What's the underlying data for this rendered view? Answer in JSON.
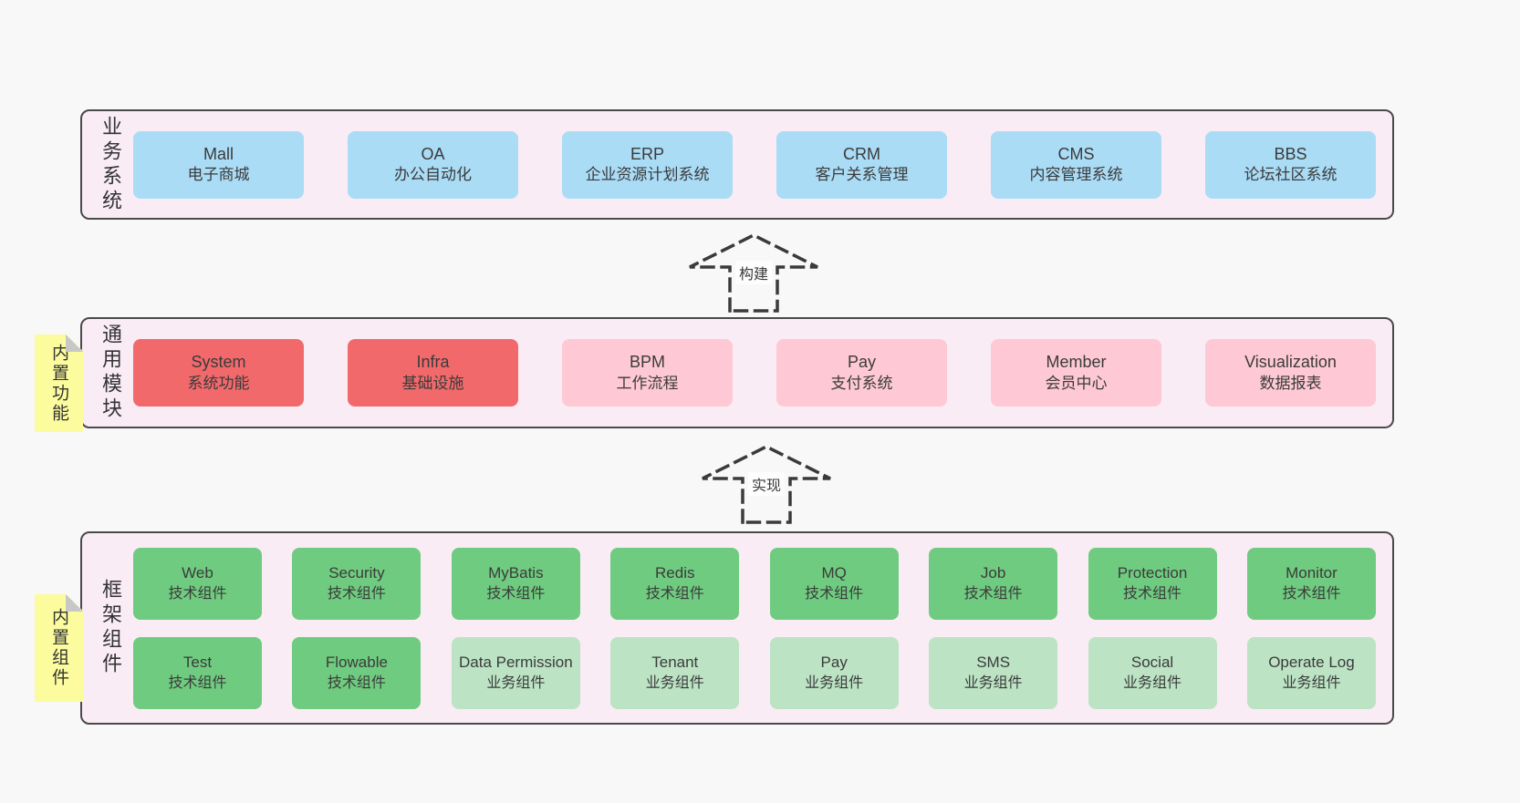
{
  "diagram": {
    "arrows": [
      {
        "label": "构建"
      },
      {
        "label": "实现"
      }
    ],
    "bands": [
      {
        "label": "业务系统",
        "boxes": [
          {
            "name": "Mall",
            "desc": "电子商城",
            "color": "blue"
          },
          {
            "name": "OA",
            "desc": "办公自动化",
            "color": "blue"
          },
          {
            "name": "ERP",
            "desc": "企业资源计划系统",
            "color": "blue"
          },
          {
            "name": "CRM",
            "desc": "客户关系管理",
            "color": "blue"
          },
          {
            "name": "CMS",
            "desc": "内容管理系统",
            "color": "blue"
          },
          {
            "name": "BBS",
            "desc": "论坛社区系统",
            "color": "blue"
          }
        ]
      },
      {
        "label": "通用模块",
        "sticky": "内置功能",
        "boxes": [
          {
            "name": "System",
            "desc": "系统功能",
            "color": "red"
          },
          {
            "name": "Infra",
            "desc": "基础设施",
            "color": "red"
          },
          {
            "name": "BPM",
            "desc": "工作流程",
            "color": "pink"
          },
          {
            "name": "Pay",
            "desc": "支付系统",
            "color": "pink"
          },
          {
            "name": "Member",
            "desc": "会员中心",
            "color": "pink"
          },
          {
            "name": "Visualization",
            "desc": "数据报表",
            "color": "pink"
          }
        ]
      },
      {
        "label": "框架组件",
        "sticky": "内置组件",
        "rows": [
          [
            {
              "name": "Web",
              "desc": "技术组件",
              "color": "green"
            },
            {
              "name": "Security",
              "desc": "技术组件",
              "color": "green"
            },
            {
              "name": "MyBatis",
              "desc": "技术组件",
              "color": "green"
            },
            {
              "name": "Redis",
              "desc": "技术组件",
              "color": "green"
            },
            {
              "name": "MQ",
              "desc": "技术组件",
              "color": "green"
            },
            {
              "name": "Job",
              "desc": "技术组件",
              "color": "green"
            },
            {
              "name": "Protection",
              "desc": "技术组件",
              "color": "green"
            },
            {
              "name": "Monitor",
              "desc": "技术组件",
              "color": "green"
            }
          ],
          [
            {
              "name": "Test",
              "desc": "技术组件",
              "color": "green"
            },
            {
              "name": "Flowable",
              "desc": "技术组件",
              "color": "green"
            },
            {
              "name": "Data Permission",
              "desc": "业务组件",
              "color": "green-light"
            },
            {
              "name": "Tenant",
              "desc": "业务组件",
              "color": "green-light"
            },
            {
              "name": "Pay",
              "desc": "业务组件",
              "color": "green-light"
            },
            {
              "name": "SMS",
              "desc": "业务组件",
              "color": "green-light"
            },
            {
              "name": "Social",
              "desc": "业务组件",
              "color": "green-light"
            },
            {
              "name": "Operate Log",
              "desc": "业务组件",
              "color": "green-light"
            }
          ]
        ]
      }
    ],
    "colors": {
      "page_background": "#f8f8f8",
      "band_background": "#f9ecf5",
      "band_border": "#4a4a4a",
      "blue_box": "#aadcf6",
      "red_box": "#f2696b",
      "pink_box": "#fec9d4",
      "green_box": "#6fcb7f",
      "light_green_box": "#bce3c4",
      "sticky_note": "#fcfc9e",
      "sticky_fold": "#c7c7c7",
      "text": "#3b3b3b"
    }
  }
}
